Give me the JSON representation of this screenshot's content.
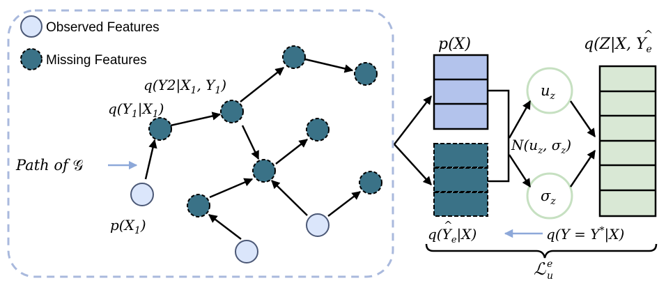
{
  "legend": {
    "observed": "Observed Features",
    "missing": "Missing Features"
  },
  "labels": {
    "q_y2": "q(Y2|X",
    "q_y2_sub1": "1",
    "q_y2_mid": ", Y",
    "q_y2_sub2": "1",
    "q_y2_end": ")",
    "q_y1": "q(Y",
    "q_y1_sub1": "1",
    "q_y1_mid": "|X",
    "q_y1_sub2": "1",
    "q_y1_end": ")",
    "path_prefix": "Path of ",
    "path_g": "𝒢",
    "p_x1": "p(X",
    "p_x1_sub": "1",
    "p_x1_end": ")"
  },
  "right": {
    "p_x": "p(X)",
    "q_z_pre": "q(Z|X, ",
    "q_z_y": "Y",
    "q_z_hat": "^",
    "q_z_sub": "e",
    "u_z": "u",
    "u_z_sub": "z",
    "sigma_z": "σ",
    "sigma_z_sub": "z",
    "normal_pre": "N(u",
    "normal_sub1": "z",
    "normal_mid": ", σ",
    "normal_sub2": "z",
    "normal_end": ")",
    "q_ye_pre": "q(",
    "q_ye_y": "Y",
    "q_ye_hat": "^",
    "q_ye_sub": "e",
    "q_ye_end": "|X)",
    "q_ystar": "q(Y = Y",
    "q_ystar_sup": "*",
    "q_ystar_end": "|X)",
    "loss_l": "ℒ",
    "loss_sup": "e",
    "loss_sub": "u"
  },
  "colors": {
    "observed_fill": "#dbe6fb",
    "observed_stroke": "#4b5876",
    "missing_fill": "#3a7287",
    "panel_border": "#a9b9dd",
    "px_fill": "#b3c3ec",
    "ye_fill": "#3a7287",
    "qz_fill": "#d9e8d5",
    "gauss_stroke": "#c6e0c1",
    "path_arrow": "#8da8d9"
  }
}
